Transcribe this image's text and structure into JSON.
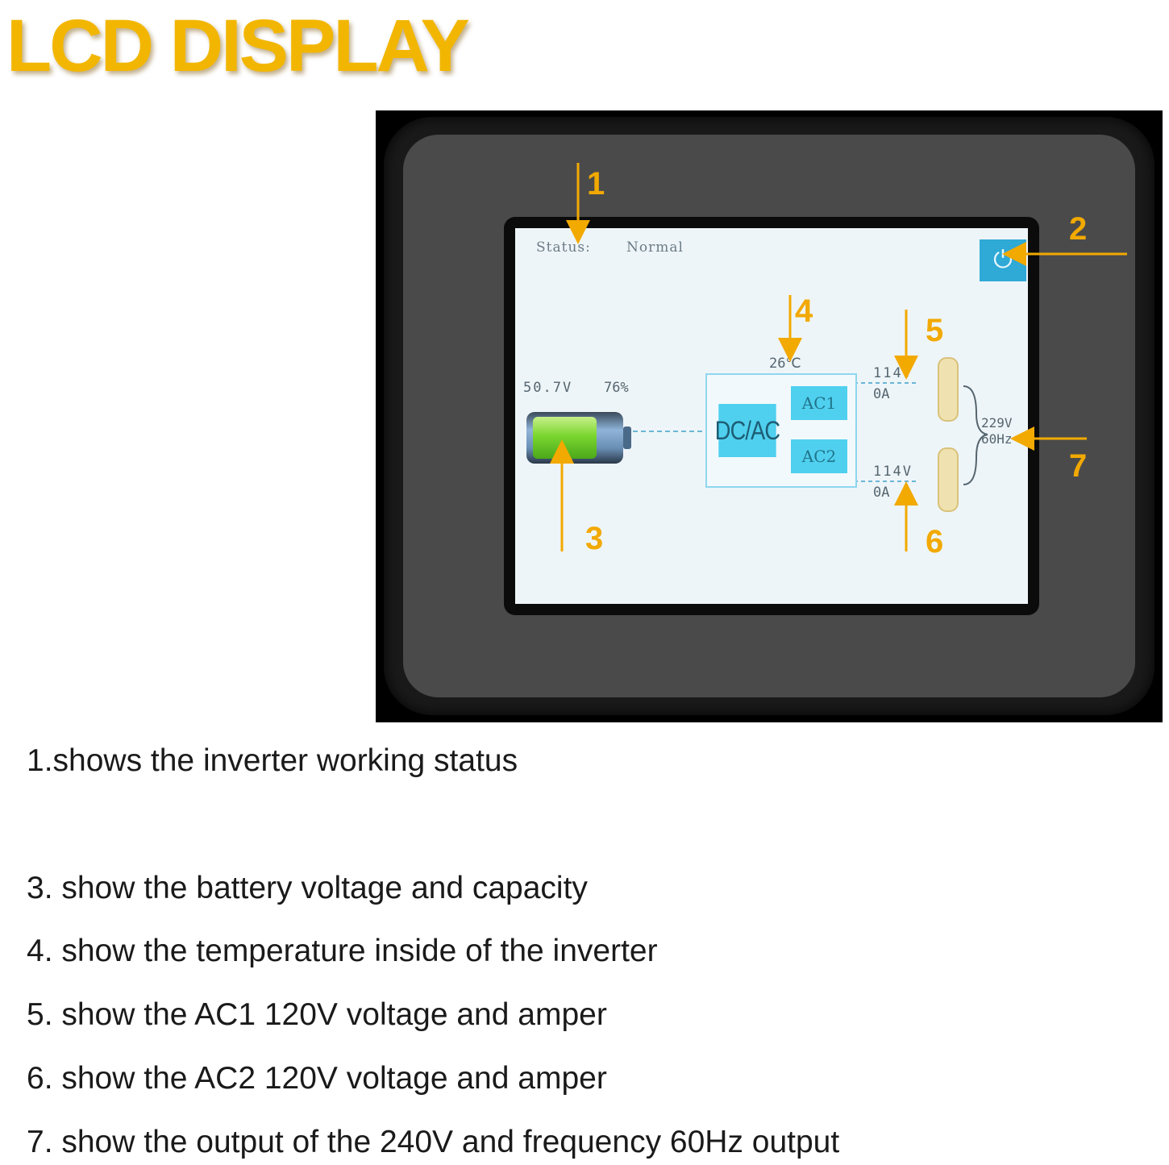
{
  "title": "LCD DISPLAY",
  "lcd": {
    "status_label": "Status:",
    "status_value": "Normal",
    "temperature": "26℃",
    "battery_voltage": "50.7V",
    "battery_capacity": "76%",
    "battery_level": 0.76,
    "inverter_label": "DC/AC",
    "ac1_label": "AC1",
    "ac2_label": "AC2",
    "ac1_voltage": "114V",
    "ac1_current": "0A",
    "ac2_voltage": "114V",
    "ac2_current": "0A",
    "output_voltage": "229V",
    "output_frequency": "60Hz"
  },
  "callouts": [
    "1",
    "2",
    "3",
    "4",
    "5",
    "6",
    "7"
  ],
  "descriptions": [
    "1.shows the inverter working status",
    "3. show the battery voltage and capacity",
    "4. show the temperature inside of the inverter",
    "5. show the AC1 120V voltage and amper",
    "6. show the AC2 120V voltage and amper",
    "7. show the output of the 240V and frequency 60Hz output"
  ],
  "colors": {
    "accent": "#f2b600",
    "arrow": "#f2a900",
    "lcd_highlight": "#4fd0ee",
    "battery_green": "#7bd62f"
  },
  "icons": [
    "power-icon",
    "battery-icon",
    "outlet-icon",
    "arrow-icon"
  ]
}
